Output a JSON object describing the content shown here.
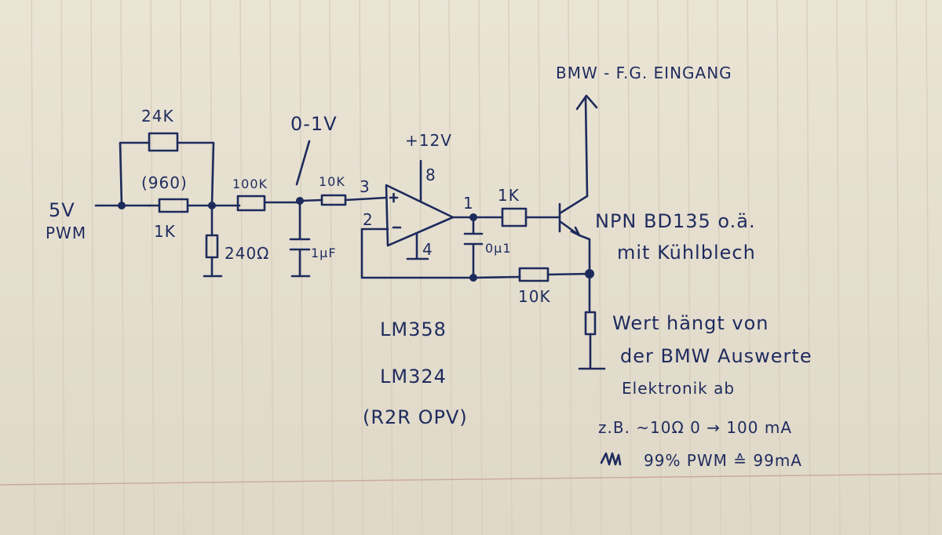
{
  "paper": {
    "background": "#e8e1d0",
    "grid_line_color": "#d8cfbd",
    "margin_line_color": "#c9a99a",
    "ink_color": "#1d2a5c"
  },
  "labels": {
    "input_voltage": "5V",
    "input_type": "PWM",
    "r_parallel": "24K",
    "r_series_effective": "(960)",
    "r_series": "1K",
    "r_shunt": "240Ω",
    "r_filter": "100K",
    "c_filter": "1µF",
    "filter_voltage": "0-1V",
    "r_input": "10K",
    "pin_noninv": "3",
    "pin_inv": "2",
    "pin_vcc": "8",
    "pin_gnd": "4",
    "pin_out": "1",
    "supply": "+12V",
    "plus_sign": "+",
    "minus_sign": "−",
    "r_base": "1K",
    "c_out": "0µ1",
    "r_feedback": "10K",
    "output_target": "BMW - F.G. EINGANG",
    "transistor_line1": "NPN  BD135  o.ä.",
    "transistor_line2": "mit  Kühlblech",
    "opamp_line1": "LM358",
    "opamp_line2": "LM324",
    "opamp_line3": "(R2R  OPV)",
    "load_note_line1": "Wert hängt von",
    "load_note_line2": "der BMW Auswerte",
    "load_note_line3": "Elektronik ab",
    "example_line1": "z.B.  ~10Ω    0 → 100 mA",
    "example_line2": "99% PWM ≙ 99mA"
  },
  "components": [
    {
      "ref": "R-par",
      "type": "resistor",
      "value": "24K"
    },
    {
      "ref": "R-ser",
      "type": "resistor",
      "value": "1K"
    },
    {
      "ref": "R-shunt",
      "type": "resistor",
      "value": "240Ω"
    },
    {
      "ref": "R-filter",
      "type": "resistor",
      "value": "100K"
    },
    {
      "ref": "C-filter",
      "type": "capacitor",
      "value": "1µF"
    },
    {
      "ref": "R-in",
      "type": "resistor",
      "value": "10K"
    },
    {
      "ref": "U1",
      "type": "opamp",
      "value": "LM358 / LM324"
    },
    {
      "ref": "C-out",
      "type": "capacitor",
      "value": "0µ1"
    },
    {
      "ref": "R-base",
      "type": "resistor",
      "value": "1K"
    },
    {
      "ref": "Q1",
      "type": "npn-transistor",
      "value": "BD135"
    },
    {
      "ref": "R-fb",
      "type": "resistor",
      "value": "10K"
    },
    {
      "ref": "R-load",
      "type": "resistor",
      "value": "~10Ω"
    }
  ]
}
